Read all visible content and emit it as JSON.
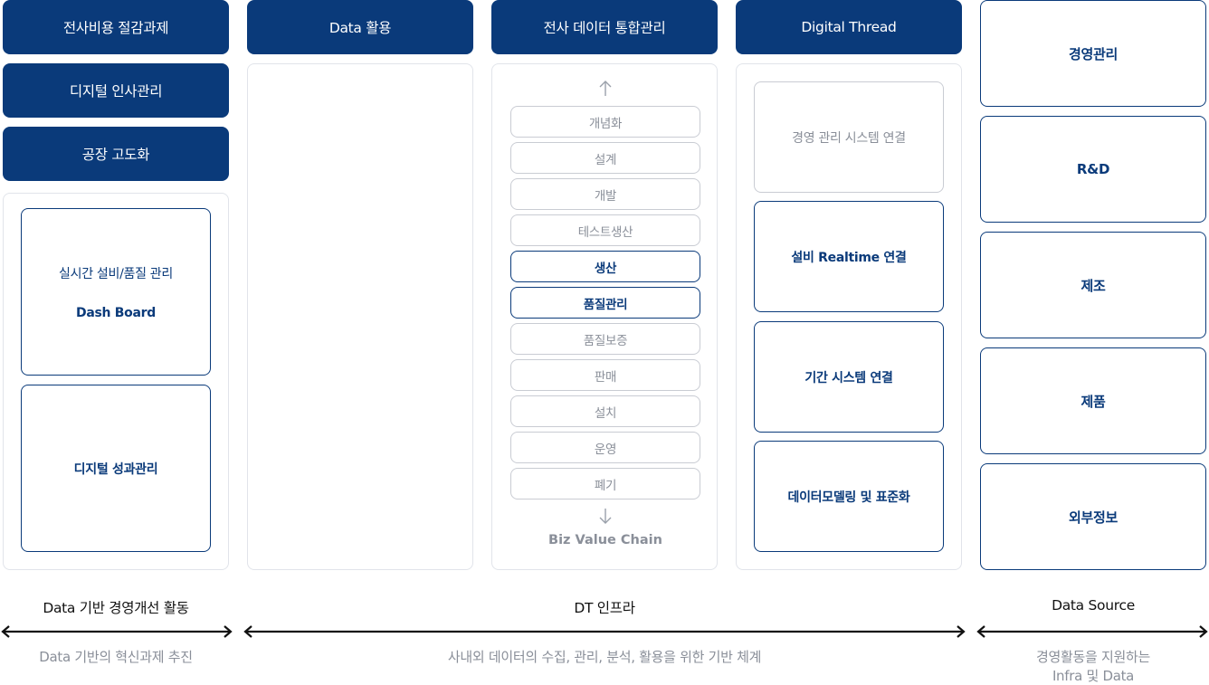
{
  "headers": {
    "cost_reduction": "전사비용 절감과제",
    "digital_hr": "디지털 인사관리",
    "factory": "공장 고도화",
    "data_use": "Data 활용",
    "data_integration": "전사 데이터 통합관리",
    "digital_thread": "Digital Thread"
  },
  "left_cards": {
    "dashboard_line1": "실시간 설비/품질 관리",
    "dashboard_line2": "Dash Board",
    "performance": "디지털 성과관리"
  },
  "value_chain": {
    "items": [
      "개념화",
      "설계",
      "개발",
      "테스트생산",
      "생산",
      "품질관리",
      "품질보증",
      "판매",
      "설치",
      "운영",
      "폐기"
    ],
    "active": [
      "생산",
      "품질관리"
    ],
    "caption": "Biz Value Chain"
  },
  "thread_cards": [
    "경영 관리 시스템 연결",
    "설비 Realtime 연결",
    "기간 시스템 연결",
    "데이터모델링 및 표준화"
  ],
  "sources": [
    "경영관리",
    "R&D",
    "제조",
    "제품",
    "외부정보"
  ],
  "bottom": {
    "left_title": "Data 기반 경영개선 활동",
    "left_sub": "Data 기반의 혁신과제 추진",
    "mid_title": "DT 인프라",
    "mid_sub": "사내외 데이터의 수집, 관리, 분석, 활용을 위한 기반 체계",
    "right_title": "Data Source",
    "right_sub_1": "경영활동을 지원하는",
    "right_sub_2": "Infra 및 Data"
  },
  "colors": {
    "navy": "#0a3a7a",
    "muted": "#8a8f99",
    "border": "#e1e4ea"
  }
}
